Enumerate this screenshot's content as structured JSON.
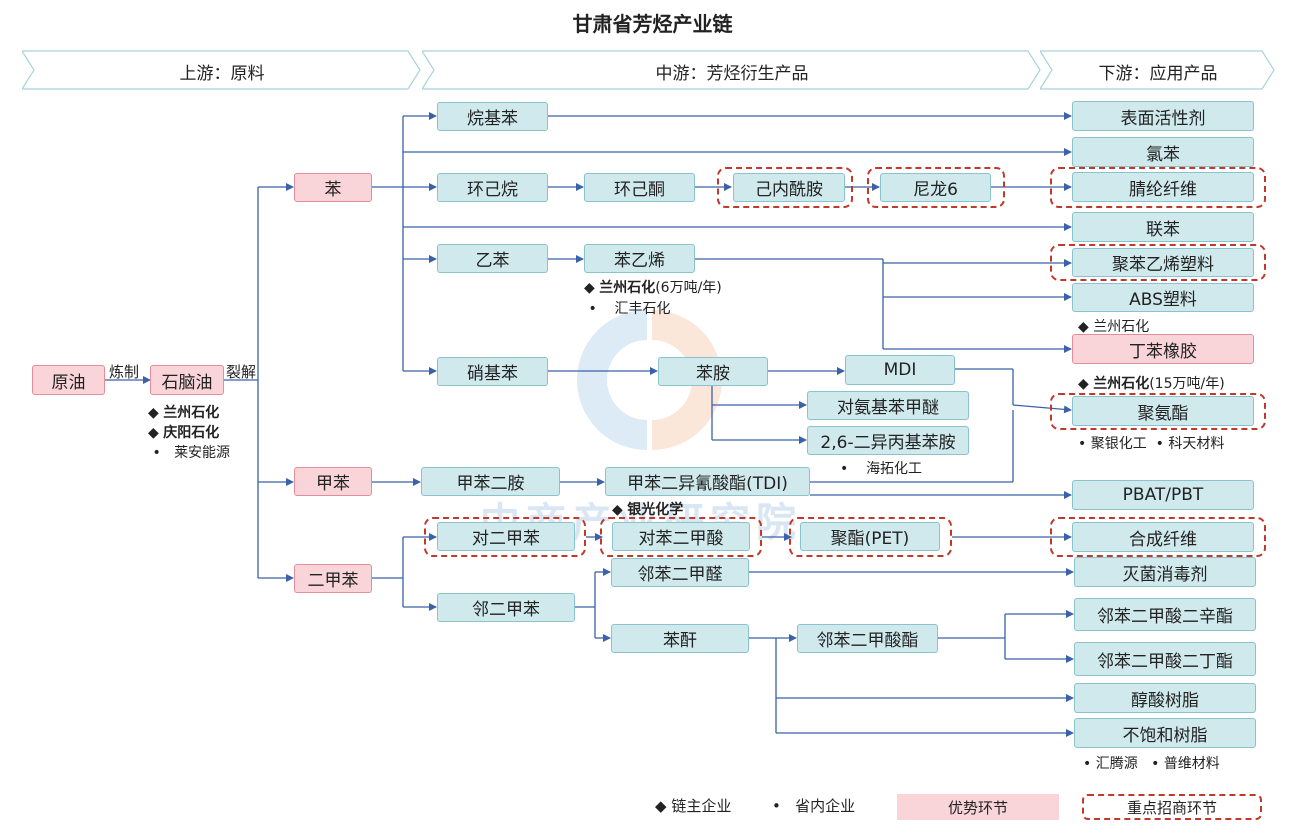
{
  "title": "甘肃省芳烃产业链",
  "stages": {
    "upstream": "上游：原料",
    "midstream": "中游：芳烃衍生产品",
    "downstream": "下游：应用产品"
  },
  "edge_labels": {
    "refine": "炼制",
    "crack": "裂解"
  },
  "nodes": {
    "crude_oil": "原油",
    "naphtha": "石脑油",
    "benzene": "苯",
    "toluene": "甲苯",
    "xylene": "二甲苯",
    "alkylbenzene": "烷基苯",
    "cyclohexane": "环己烷",
    "cyclohexanone": "环己酮",
    "caprolactam": "己内酰胺",
    "nylon6": "尼龙6",
    "ethylbenzene": "乙苯",
    "styrene": "苯乙烯",
    "nitrobenzene": "硝基苯",
    "aniline": "苯胺",
    "mdi": "MDI",
    "aminoanisole": "对氨基苯甲醚",
    "dipa": "2,6-二异丙基苯胺",
    "tda": "甲苯二胺",
    "tdi": "甲苯二异氰酸酯(TDI)",
    "px": "对二甲苯",
    "pta": "对苯二甲酸",
    "pet": "聚酯(PET)",
    "ox": "邻二甲苯",
    "phthalaldehyde": "邻苯二甲醛",
    "phthalic_anhydride": "苯酐",
    "phthalate": "邻苯二甲酸酯",
    "surfactant": "表面活性剂",
    "chlorobenzene": "氯苯",
    "acrylic_fiber": "腈纶纤维",
    "biphenyl": "联苯",
    "ps_plastic": "聚苯乙烯塑料",
    "abs": "ABS塑料",
    "sbr": "丁苯橡胶",
    "pu": "聚氨酯",
    "pbat": "PBAT/PBT",
    "synthetic_fiber": "合成纤维",
    "disinfectant": "灭菌消毒剂",
    "dop": "邻苯二甲酸二辛酯",
    "dbp": "邻苯二甲酸二丁酯",
    "alkyd": "醇酸树脂",
    "upr": "不饱和树脂"
  },
  "companies": {
    "naphtha_1": "兰州石化",
    "naphtha_2": "庆阳石化",
    "naphtha_3": "莱安能源",
    "styrene_1": "兰州石化",
    "styrene_1_cap": "(6万吨/年)",
    "styrene_2": "汇丰石化",
    "abs_1": "兰州石化",
    "sbr_1": "兰州石化",
    "sbr_1_cap": "(15万吨/年)",
    "pu_1": "聚银化工",
    "pu_2": "科天材料",
    "dipa_1": "海拓化工",
    "tdi_1": "银光化学",
    "upr_1": "汇腾源",
    "upr_2": "普维材料"
  },
  "legend": {
    "leader": "链主企业",
    "local": "省内企业",
    "advantage": "优势环节",
    "key": "重点招商环节"
  },
  "watermark": "中商产业研究院",
  "colors": {
    "node_fill": "#cfe9ed",
    "node_border": "#8bc3cd",
    "advantage_fill": "#f9d5da",
    "key_dash": "#c0392b",
    "line": "#3a62a8"
  }
}
